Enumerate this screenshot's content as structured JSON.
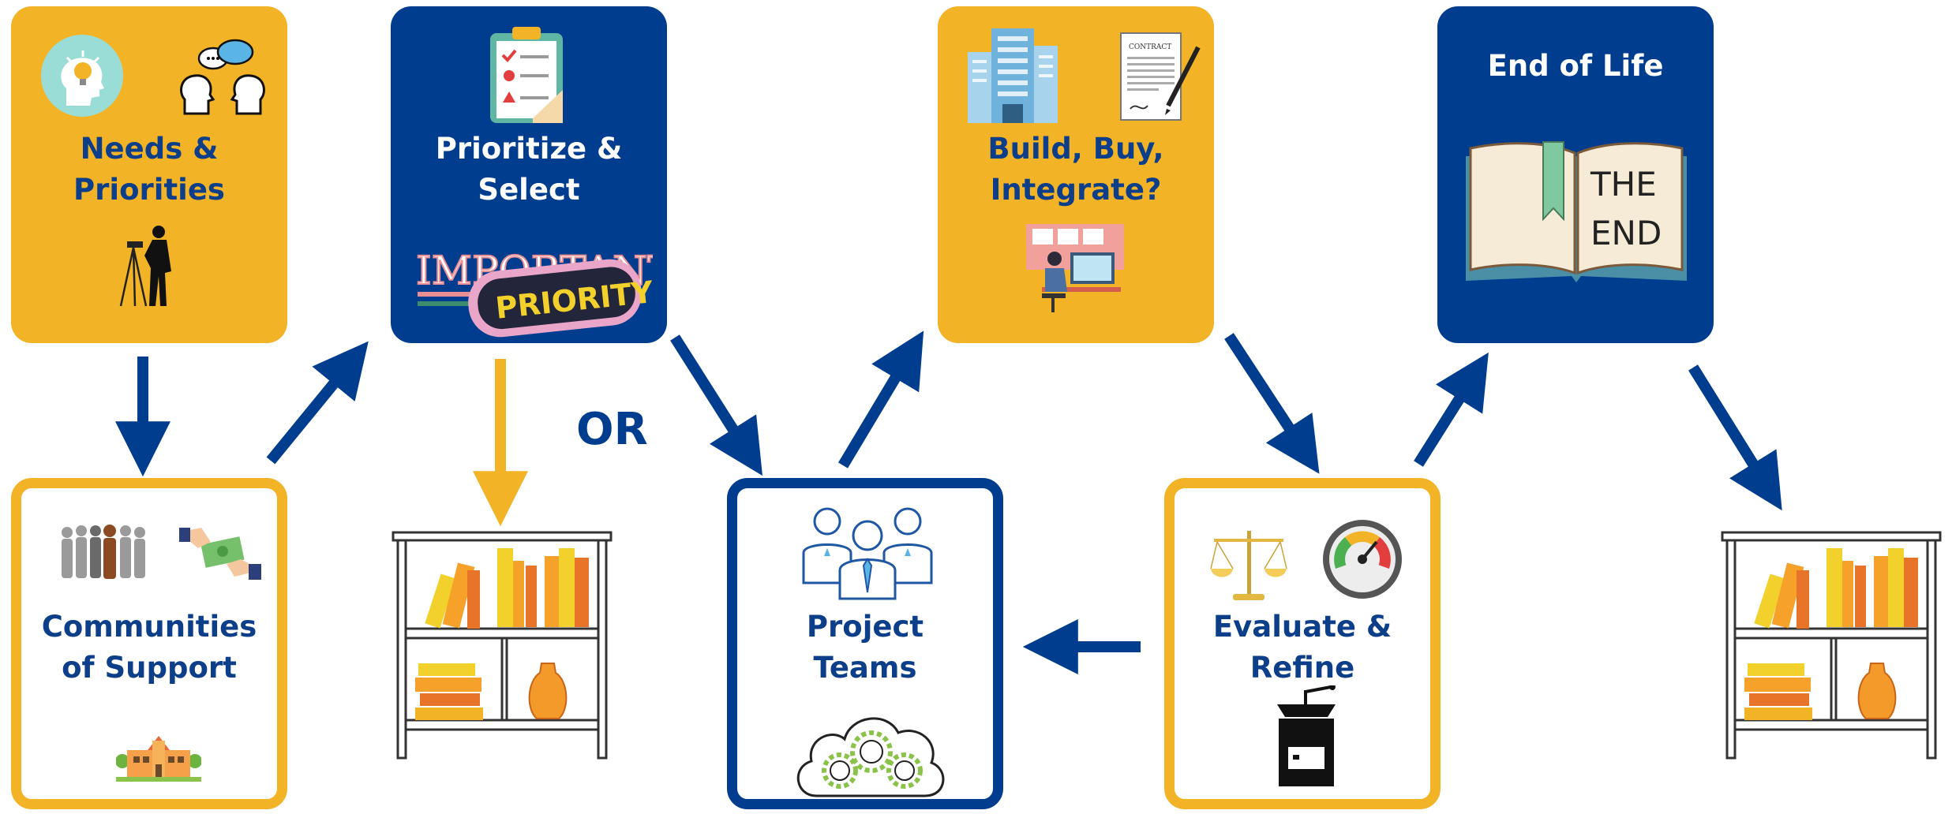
{
  "colors": {
    "yellow": "#F3B326",
    "blue": "#003D8F",
    "label_blue": "#0C3E8A"
  },
  "nodes": {
    "needs": {
      "label": "Needs &\nPriorities",
      "icons": [
        "lightbulb-head-icon",
        "conversation-heads-icon",
        "surveyor-icon"
      ]
    },
    "prioritize": {
      "label": "Prioritize &\nSelect",
      "icons": [
        "clipboard-checklist-icon",
        "priority-sticker-icon"
      ],
      "sticker_back": "IMPORTANT!",
      "sticker_front": "PRIORITY"
    },
    "build": {
      "label": "Build, Buy,\nIntegrate?",
      "icons": [
        "office-building-icon",
        "contract-icon",
        "office-worker-icon"
      ],
      "contract_heading": "CONTRACT"
    },
    "end": {
      "label": "End of Life",
      "icons": [
        "open-book-icon"
      ],
      "book_text_1": "THE",
      "book_text_2": "END"
    },
    "communities": {
      "label": "Communities\nof Support",
      "icons": [
        "crowd-icon",
        "money-exchange-icon",
        "school-building-icon"
      ]
    },
    "project": {
      "label": "Project\nTeams",
      "icons": [
        "team-people-icon",
        "cloud-gears-icon"
      ]
    },
    "evaluate": {
      "label": "Evaluate &\nRefine",
      "icons": [
        "balance-scale-icon",
        "gauge-icon",
        "coffee-grinder-icon"
      ]
    }
  },
  "or_label": "OR",
  "shelves": [
    "bookshelf-icon",
    "bookshelf-icon"
  ]
}
